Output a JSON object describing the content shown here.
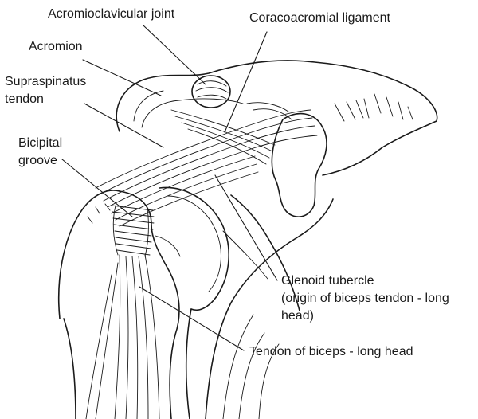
{
  "labels": {
    "acromioclavicular_joint": "Acromioclavicular joint",
    "coracoacromial_ligament": "Coracoacromial ligament",
    "acromion": "Acromion",
    "supraspinatus_line1": "Supraspinatus",
    "supraspinatus_line2": "tendon",
    "bicipital_line1": "Bicipital",
    "bicipital_line2": "groove",
    "glenoid_line1": "Glenoid tubercle",
    "glenoid_line2": "(origin of biceps tendon - long",
    "glenoid_line3": "head)",
    "biceps_tendon": "Tendon of biceps - long head"
  },
  "colors": {
    "ink": "#1a1a1a",
    "background": "#ffffff"
  }
}
